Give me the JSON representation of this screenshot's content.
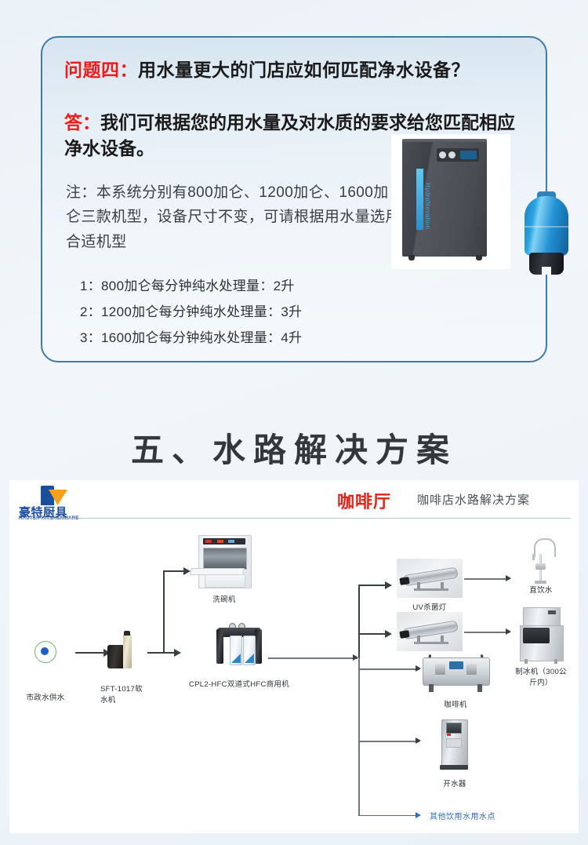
{
  "faq": {
    "question_prefix": "问题四：",
    "question_text": "用水量更大的门店应如何匹配净水设备？",
    "answer_prefix": "答：",
    "answer_text": "我们可根据您的用水量及对水质的要求给您匹配相应净水设备。",
    "note": "注：本系统分别有800加仑、1200加仑、1600加仑三款机型，设备尺寸不变，可请根据用水量选用合适机型",
    "specs": [
      "1：800加仑每分钟纯水处理量：2升",
      "2：1200加仑每分钟纯水处理量：3升",
      "3：1600加仑每分钟纯水处理量：4升"
    ],
    "ro_brand": "HydroNovation",
    "accent_red": "#ec1c1c",
    "border_blue": "#3d7ca6"
  },
  "section": {
    "title": "五、水路解决方案"
  },
  "diagram": {
    "logo_cn": "豪特厨具",
    "logo_en": "HAUTER KITCHENWARE",
    "title_cn": "咖啡厅",
    "title_sub": "咖啡店水路解决方案",
    "nodes": {
      "source": "市政水供水",
      "softener": "SFT-1017软\n水机",
      "dishwasher": "洗碗机",
      "commercial": "CPL2-HFC双道式HFC商用机",
      "uv_lamp": "UV杀菌灯",
      "direct_drink": "直饮水",
      "ice_maker": "制冰机（300公\n斤内）",
      "coffee_machine": "咖啡机",
      "boiler": "开水器",
      "other_points": "其他饮用水用水点"
    }
  }
}
